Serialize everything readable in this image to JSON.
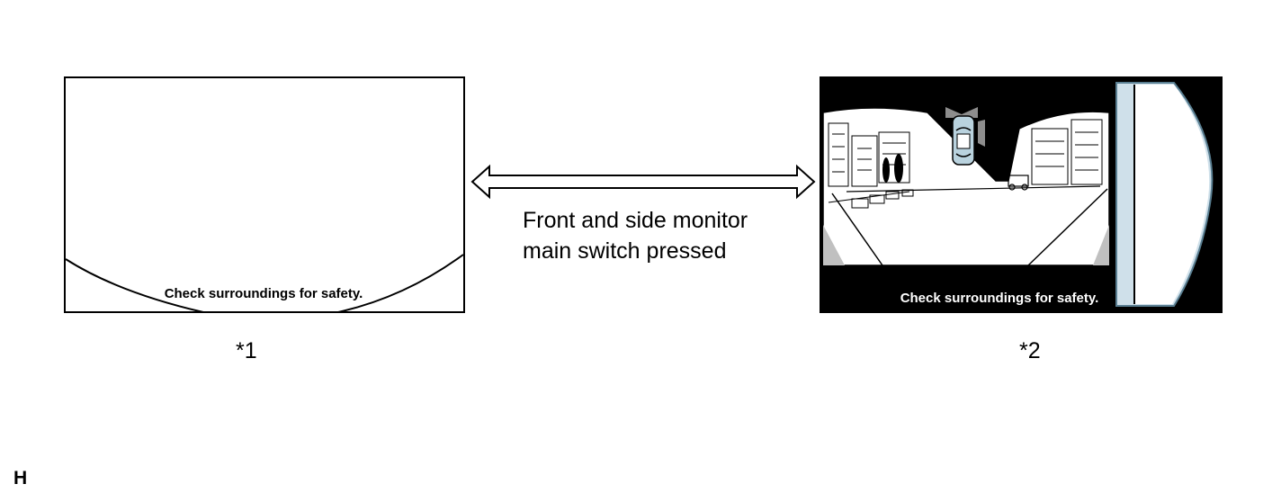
{
  "screen1": {
    "message": "Check surroundings for safety.",
    "reference": "*1"
  },
  "screen2": {
    "message": "Check surroundings for safety.",
    "reference": "*2"
  },
  "transition": {
    "caption_line1": "Front and side monitor",
    "caption_line2": "main switch pressed"
  },
  "corner_label": "H",
  "colors": {
    "screen2_background": "#000000",
    "side_view_fill": "#cfe0ea",
    "side_view_stroke": "#5a7f92",
    "car_icon_fill": "#b9d2de",
    "gray_ground": "#c0c0c0"
  }
}
